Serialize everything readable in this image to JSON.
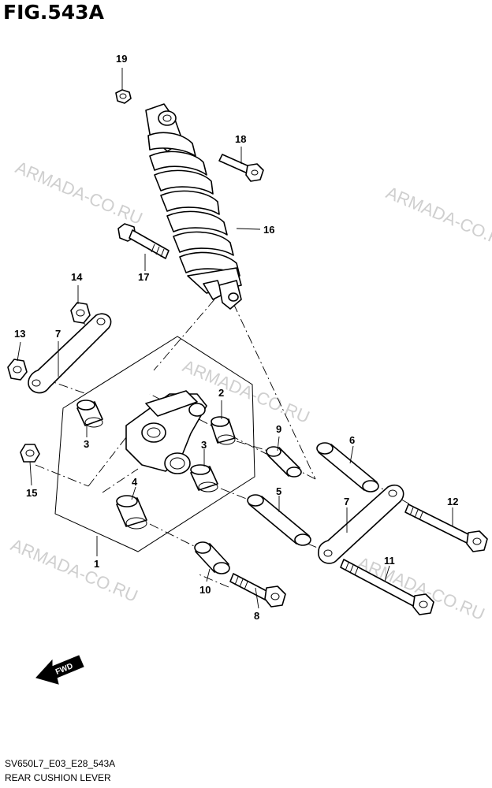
{
  "figure": {
    "title": "FIG.543A",
    "code": "SV650L7_E03_E28_543A",
    "name": "REAR CUSHION LEVER"
  },
  "watermarks": [
    "ARMADA-CO.RU",
    "ARMADA-CO.RU",
    "ARMADA-CO.RU",
    "ARMADA-CO.RU",
    "ARMADA-CO.RU"
  ],
  "callouts": {
    "c1": "1",
    "c2": "2",
    "c3a": "3",
    "c3b": "3",
    "c4": "4",
    "c5": "5",
    "c6": "6",
    "c7a": "7",
    "c7b": "7",
    "c8": "8",
    "c9": "9",
    "c10": "10",
    "c11": "11",
    "c12": "12",
    "c13": "13",
    "c14": "14",
    "c15": "15",
    "c16": "16",
    "c17": "17",
    "c18": "18",
    "c19": "19"
  },
  "fwd_label": "FWD"
}
